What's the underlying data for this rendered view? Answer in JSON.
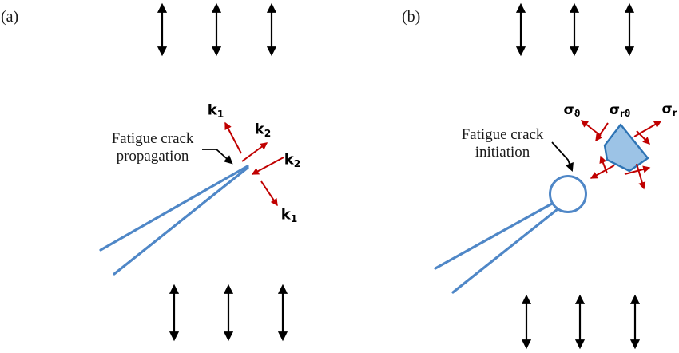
{
  "figure": {
    "panel_a": {
      "tag": "(a)",
      "annotation": {
        "line1": "Fatigue crack",
        "line2": "propagation"
      },
      "stress_labels": [
        {
          "id": "k1-top",
          "base": "k",
          "sub": "1"
        },
        {
          "id": "k2-top",
          "base": "k",
          "sub": "2"
        },
        {
          "id": "k2-right",
          "base": "k",
          "sub": "2"
        },
        {
          "id": "k1-bottom",
          "base": "k",
          "sub": "1"
        }
      ]
    },
    "panel_b": {
      "tag": "(b)",
      "annotation": {
        "line1": "Fatigue crack",
        "line2": "initiation"
      },
      "stress_labels": [
        {
          "id": "sigma-theta",
          "base": "σ",
          "sub": "ϑ"
        },
        {
          "id": "sigma-r-theta",
          "base": "σ",
          "sub": "rϑ"
        },
        {
          "id": "sigma-r",
          "base": "σ",
          "sub": "r"
        }
      ]
    },
    "colors": {
      "crack_blue": "#4f87c7",
      "element_fill": "#9cc3e6",
      "element_stroke": "#2e74b5",
      "stress_red": "#c00000",
      "load_black": "#000000"
    }
  }
}
